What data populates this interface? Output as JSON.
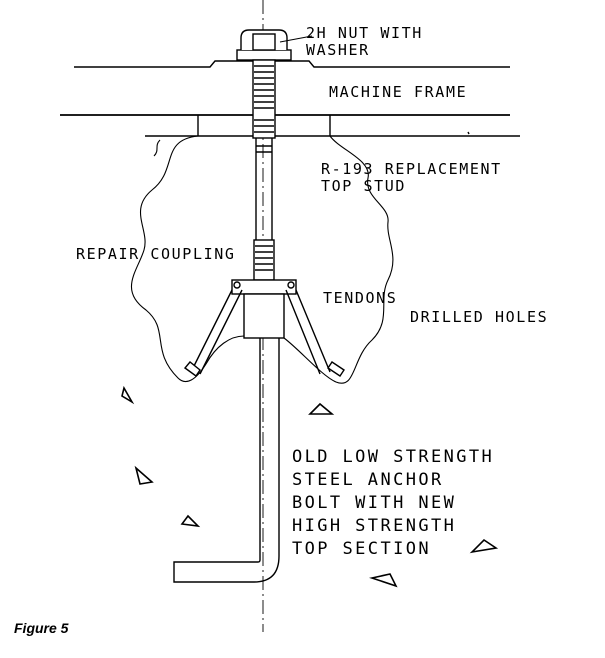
{
  "labels": {
    "nut": [
      "2H NUT WITH",
      "WASHER"
    ],
    "machine_frame": "MACHINE FRAME",
    "replacement_stud": [
      "R-193 REPLACEMENT",
      "TOP STUD"
    ],
    "repair_coupling": "REPAIR COUPLING",
    "tendons": "TENDONS",
    "drilled_holes": "DRILLED HOLES",
    "anchor_note": [
      "OLD LOW STRENGTH",
      "STEEL ANCHOR",
      "BOLT WITH NEW",
      "HIGH STRENGTH",
      "TOP SECTION"
    ]
  },
  "caption": "Figure 5"
}
